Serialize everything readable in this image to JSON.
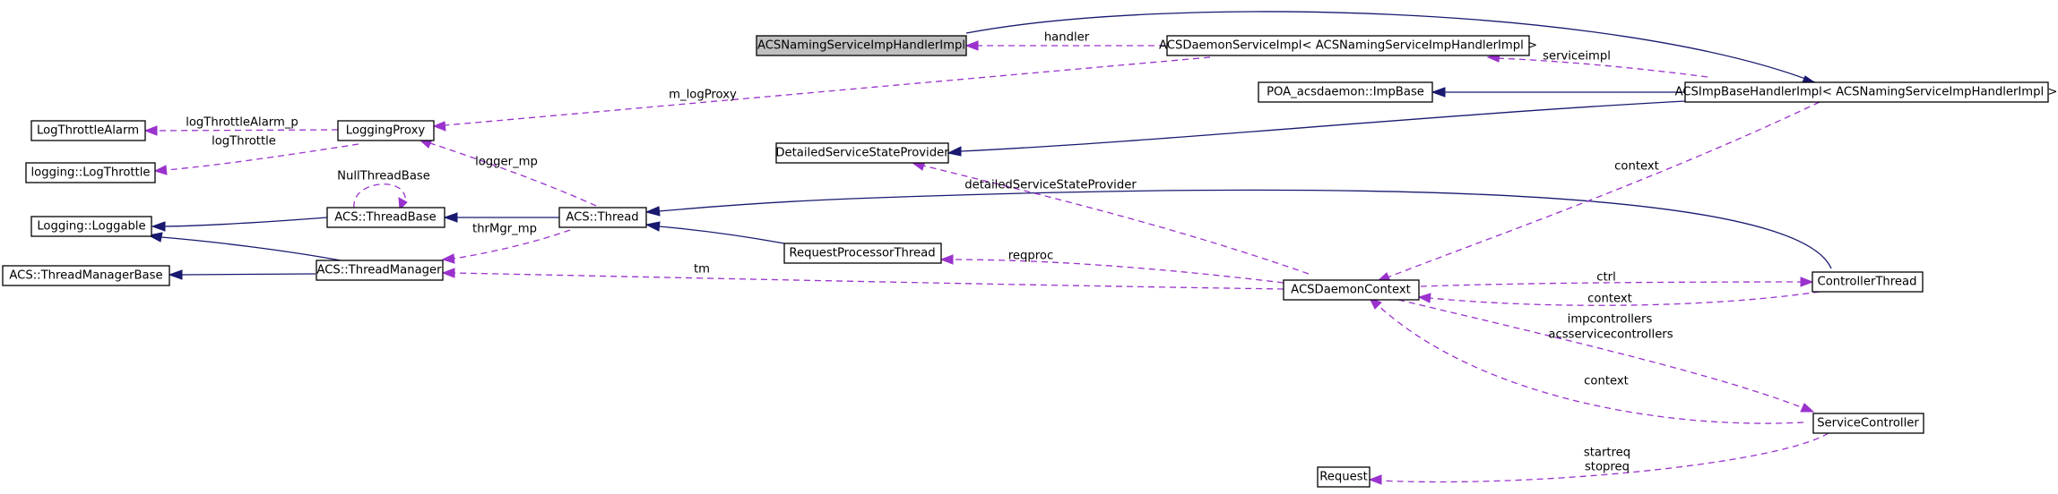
{
  "nodes": {
    "naming_handler": "ACSNamingServiceImpHandlerImpl",
    "daemon_service_impl": "ACSDaemonServiceImpl< ACSNamingServiceImpHandlerImpl >",
    "poa_imp_base": "POA_acsdaemon::ImpBase",
    "imp_base_handler": "ACSImpBaseHandlerImpl< ACSNamingServiceImpHandlerImpl >",
    "log_throttle_alarm": "LogThrottleAlarm",
    "logging_proxy": "LoggingProxy",
    "log_throttle": "logging::LogThrottle",
    "detailed_state_provider": "DetailedServiceStateProvider",
    "loggable": "Logging::Loggable",
    "thread_base": "ACS::ThreadBase",
    "thread": "ACS::Thread",
    "request_processor_thread": "RequestProcessorThread",
    "thread_manager_base": "ACS::ThreadManagerBase",
    "thread_manager": "ACS::ThreadManager",
    "daemon_context": "ACSDaemonContext",
    "controller_thread": "ControllerThread",
    "service_controller": "ServiceController",
    "request": "Request"
  },
  "edges": {
    "handler": "handler",
    "serviceimpl": "serviceimpl",
    "m_log_proxy": "m_logProxy",
    "log_throttle_alarm_p": "logThrottleAlarm_p",
    "log_throttle": "logThrottle",
    "logger_mp": "logger_mp",
    "null_thread_base": "NullThreadBase",
    "thr_mgr_mp": "thrMgr_mp",
    "context_top": "context",
    "detailed_service_state_provider": "detailedServiceStateProvider",
    "reqproc": "reqproc",
    "tm": "tm",
    "ctrl": "ctrl",
    "context_ctrl": "context",
    "impcontrollers": "impcontrollers",
    "acsservicecontrollers": "acsservicecontrollers",
    "context_service": "context",
    "startreq": "startreq",
    "stopreq": "stopreq"
  }
}
